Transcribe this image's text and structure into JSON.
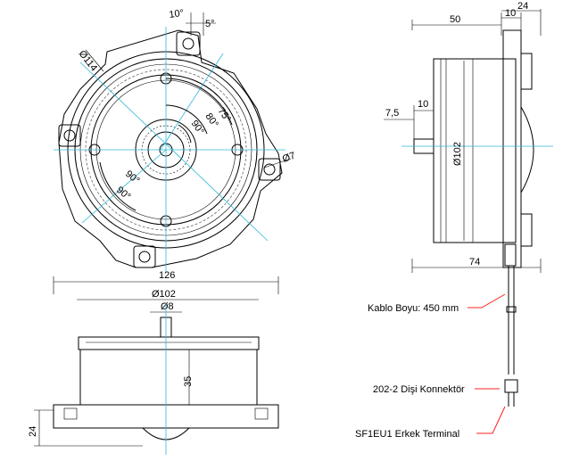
{
  "dimensions": {
    "front_angle_10": "10°",
    "front_angle_5": "5°",
    "front_dia_114": "Ø114",
    "front_angle_75": "75°",
    "front_angle_80": "80°",
    "front_angle_90_a": "90°",
    "front_angle_90_b": "90°",
    "front_angle_90_c": "90°",
    "front_dia_7": "Ø7",
    "side_50": "50",
    "side_10_top": "10",
    "side_24": "24",
    "side_7_5": "7,5",
    "side_10_shaft": "10",
    "side_dia_102": "Ø102",
    "side_74": "74",
    "bottom_126": "126",
    "bottom_dia_102": "Ø102",
    "bottom_dia_8": "Ø8",
    "bottom_35": "35",
    "bottom_24": "24"
  },
  "callouts": {
    "cable_length": "Kablo Boyu: 450 mm",
    "female_connector": "202-2 Dişi Konnektör",
    "male_terminal": "SF1EU1 Erkek Terminal"
  },
  "colors": {
    "center_line": "#2fb8d8",
    "leader": "#ff2020",
    "outline": "#000000"
  }
}
